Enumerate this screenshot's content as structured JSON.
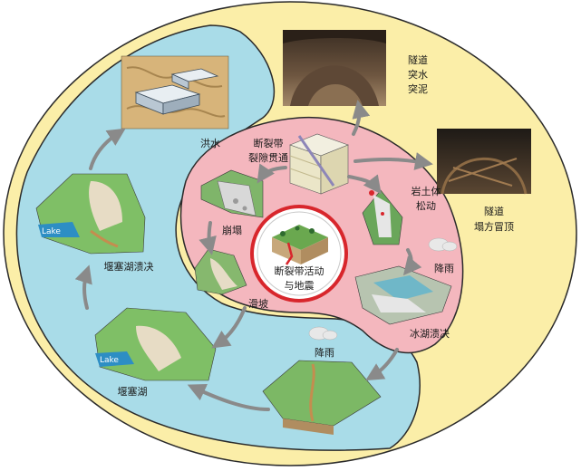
{
  "diagram": {
    "center_label": [
      "断裂带活动",
      "与地震"
    ],
    "labels": {
      "flood": "洪水",
      "fault_zone": [
        "断裂带",
        "裂隙贯通"
      ],
      "tunnel_water": [
        "隧道",
        "突水",
        "突泥"
      ],
      "tunnel_collapse": [
        "隧道",
        "塌方冒顶"
      ],
      "rock_loose": [
        "岩土体",
        "松动"
      ],
      "rain_right": "降雨",
      "glacier_burst": "冰湖溃决",
      "rain_bottom": "降雨",
      "dammed_lake": "堰塞湖",
      "dammed_lake_burst": "堰塞湖溃决",
      "collapse": "崩塌",
      "landslide": "滑坡",
      "lake_tag_1": "Lake",
      "lake_tag_2": "Lake"
    },
    "colors": {
      "outer_bg": "#fbeea8",
      "blue_zone": "#a9dce8",
      "pink_zone": "#f4b7be",
      "center_ring": "#d8262c",
      "arrow": "#8a8a8a",
      "outline": "#2a2a2a"
    }
  }
}
